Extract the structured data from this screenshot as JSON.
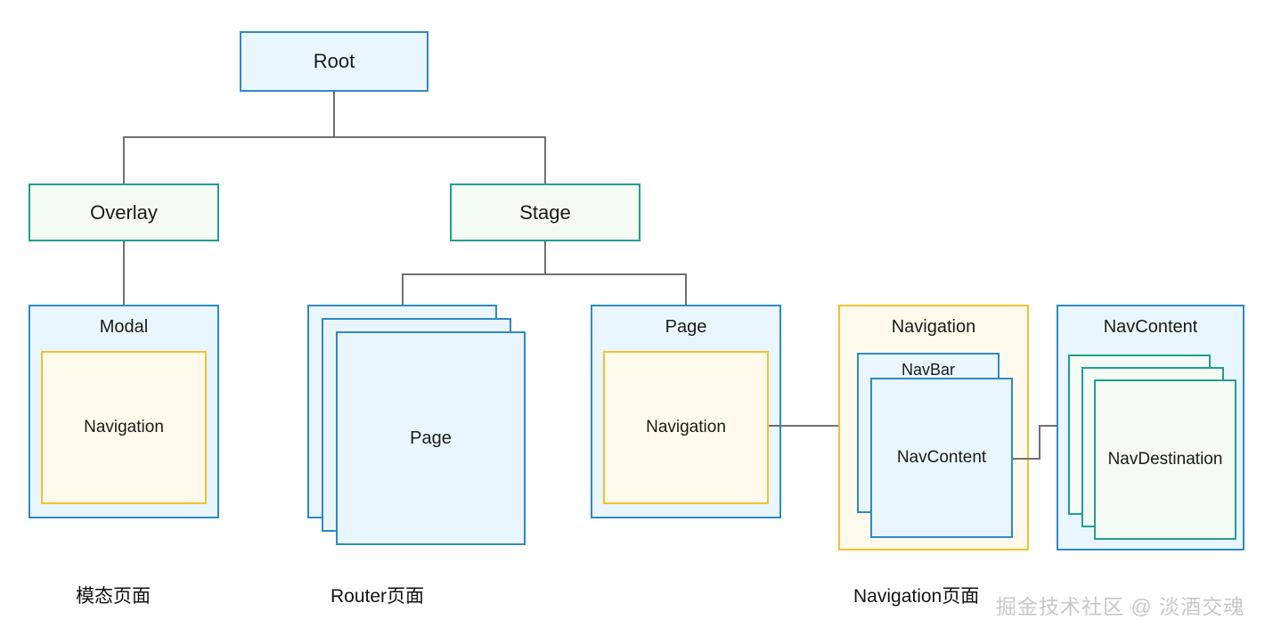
{
  "diagram": {
    "title_nodes": {
      "root": "Root",
      "overlay": "Overlay",
      "stage": "Stage"
    },
    "modal_group": {
      "outer_label": "Modal",
      "inner_label": "Navigation"
    },
    "router_group": {
      "stack_label": "Page"
    },
    "page_group": {
      "outer_label": "Page",
      "inner_label": "Navigation"
    },
    "navigation_group": {
      "outer_label": "Navigation",
      "navbar_label": "NavBar",
      "navcontent_label": "NavContent"
    },
    "navcontent_group": {
      "outer_label": "NavContent",
      "stack_label": "NavDestination"
    },
    "captions": {
      "modal": "模态页面",
      "router": "Router页面",
      "navigation": "Navigation页面"
    },
    "watermark": "掘金技术社区 @ 淡酒交魂"
  },
  "colors": {
    "blue_border": "#2f89c5",
    "blue_fill": "#eaf6fd",
    "teal_border": "#1fa08e",
    "teal_fill": "#f4faf4",
    "yellow_border": "#f2c12e",
    "yellow_fill": "#fffaeb",
    "connector": "#707070"
  }
}
